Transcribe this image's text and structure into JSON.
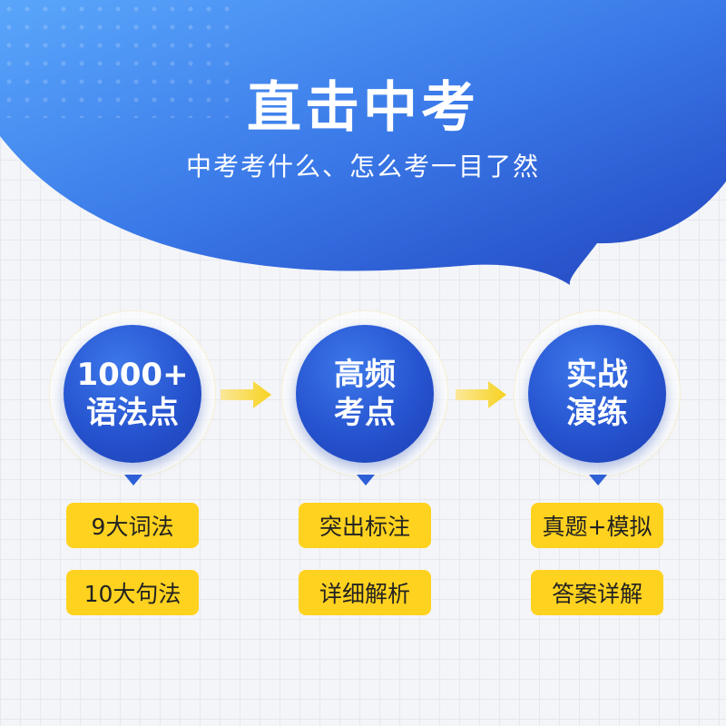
{
  "header": {
    "title": "直击中考",
    "subtitle": "中考考什么、怎么考一目了然"
  },
  "colors": {
    "bubble_light": "#5aa6fb",
    "bubble_dark": "#2245c0",
    "circle_blue": "#2653cf",
    "tag_yellow": "#ffd21f",
    "arrow_yellow": "#f7d21e"
  },
  "features": [
    {
      "circle_lines": [
        "1000+",
        "语法点"
      ],
      "tags": [
        "9大词法",
        "10大句法"
      ]
    },
    {
      "circle_lines": [
        "高频",
        "考点"
      ],
      "tags": [
        "突出标注",
        "详细解析"
      ]
    },
    {
      "circle_lines": [
        "实战",
        "演练"
      ],
      "tags": [
        "真题+模拟",
        "答案详解"
      ]
    }
  ],
  "icons": {
    "flow_arrow": "right-arrow-icon"
  }
}
